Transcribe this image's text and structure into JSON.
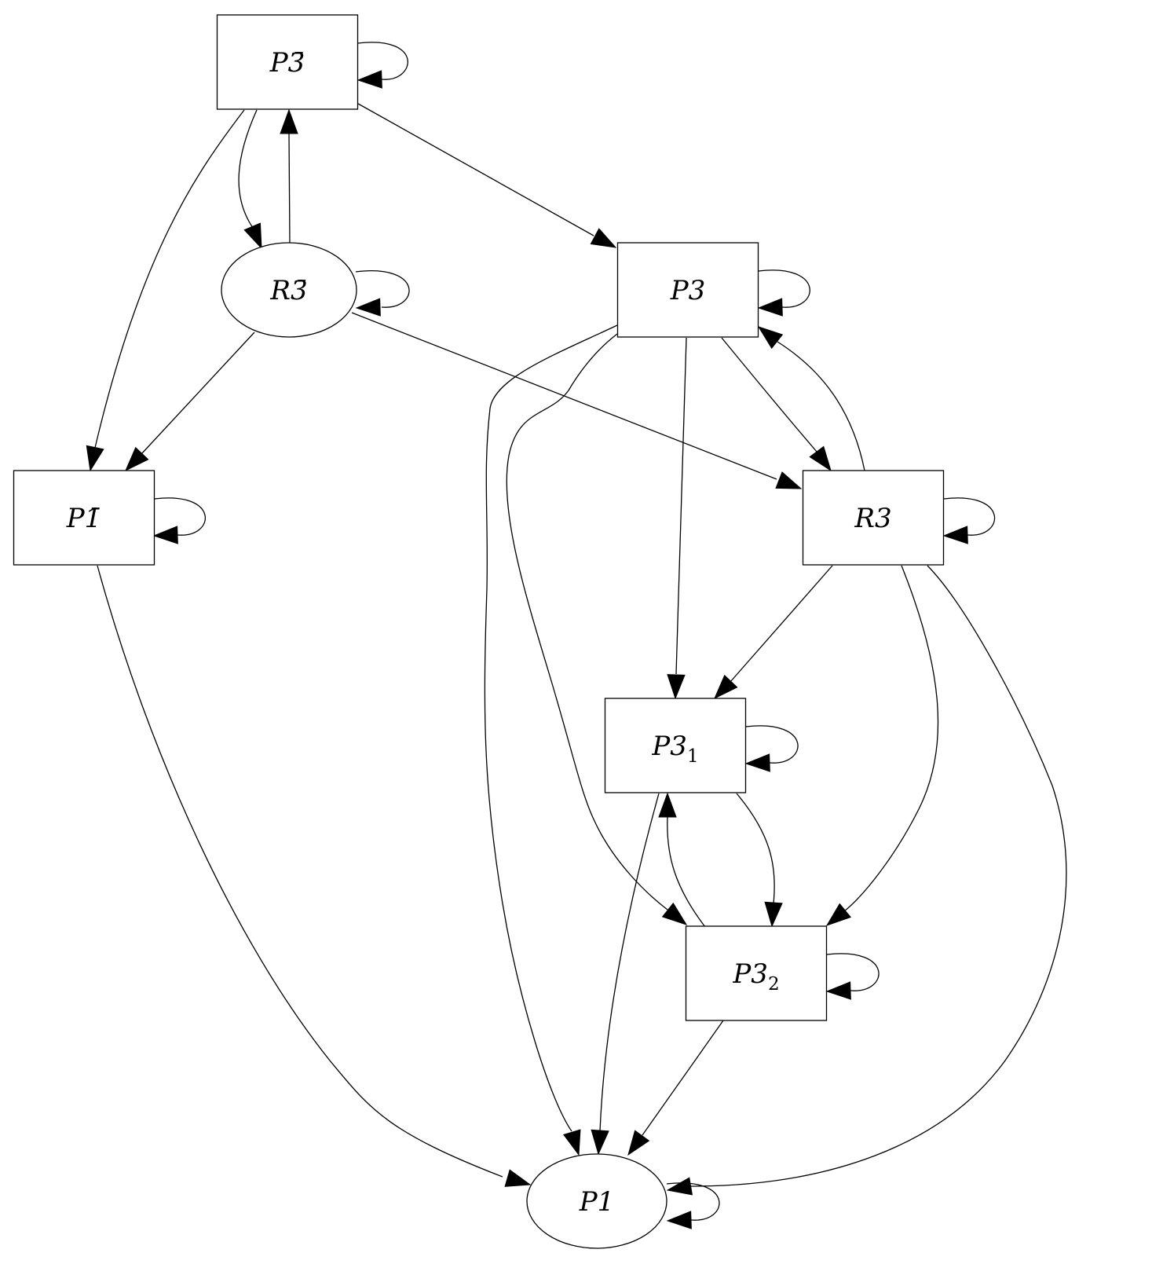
{
  "nodes": [
    {
      "id": "P3bar",
      "shape": "box",
      "label": "P3̄"
    },
    {
      "id": "R3bar",
      "shape": "ellipse",
      "label": "R3̄"
    },
    {
      "id": "P3",
      "shape": "box",
      "label": "P3"
    },
    {
      "id": "P1bar",
      "shape": "box",
      "label": "P1̄"
    },
    {
      "id": "R3",
      "shape": "box",
      "label": "R3"
    },
    {
      "id": "P3_1",
      "shape": "box",
      "label": "P3",
      "subscript": "1"
    },
    {
      "id": "P3_2",
      "shape": "box",
      "label": "P3",
      "subscript": "2"
    },
    {
      "id": "P1",
      "shape": "ellipse",
      "label": "P1"
    }
  ],
  "edges": [
    {
      "from": "P3bar",
      "to": "P3bar"
    },
    {
      "from": "P3bar",
      "to": "R3bar"
    },
    {
      "from": "R3bar",
      "to": "P3bar"
    },
    {
      "from": "P3bar",
      "to": "P1bar"
    },
    {
      "from": "P3bar",
      "to": "P3"
    },
    {
      "from": "R3bar",
      "to": "R3bar"
    },
    {
      "from": "R3bar",
      "to": "P1bar"
    },
    {
      "from": "R3bar",
      "to": "R3"
    },
    {
      "from": "P3",
      "to": "P3"
    },
    {
      "from": "P3",
      "to": "P3_1"
    },
    {
      "from": "P3",
      "to": "R3"
    },
    {
      "from": "R3",
      "to": "P3"
    },
    {
      "from": "P3",
      "to": "P1"
    },
    {
      "from": "P3",
      "to": "P3_2"
    },
    {
      "from": "P1bar",
      "to": "P1bar"
    },
    {
      "from": "P1bar",
      "to": "P1"
    },
    {
      "from": "R3",
      "to": "R3"
    },
    {
      "from": "R3",
      "to": "P3_1"
    },
    {
      "from": "R3",
      "to": "P3_2"
    },
    {
      "from": "R3",
      "to": "P1"
    },
    {
      "from": "P3_1",
      "to": "P3_1"
    },
    {
      "from": "P3_1",
      "to": "P3_2"
    },
    {
      "from": "P3_2",
      "to": "P3_1"
    },
    {
      "from": "P3_1",
      "to": "P1"
    },
    {
      "from": "P3_2",
      "to": "P3_2"
    },
    {
      "from": "P3_2",
      "to": "P1"
    },
    {
      "from": "P1",
      "to": "P1"
    }
  ]
}
